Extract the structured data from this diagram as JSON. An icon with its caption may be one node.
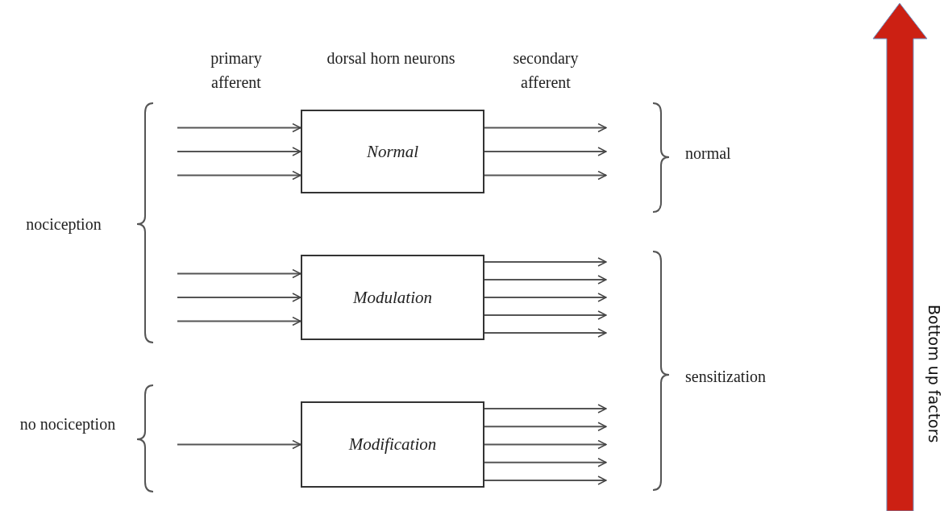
{
  "diagram": {
    "nodes": [
      {
        "text": [
          "Normal"
        ]
      },
      {
        "text": [
          "Modulation"
        ]
      },
      {
        "text": [
          "Modification"
        ]
      }
    ],
    "edges": [
      {
        "from": null,
        "to": 0,
        "arrow": "to"
      },
      {
        "from": null,
        "to": 0,
        "arrow": "to"
      },
      {
        "from": null,
        "to": 0,
        "arrow": "to"
      },
      {
        "from": null,
        "to": 1,
        "arrow": "to"
      },
      {
        "from": null,
        "to": 1,
        "arrow": "to"
      },
      {
        "from": null,
        "to": 1,
        "arrow": "to"
      },
      {
        "from": null,
        "to": 2,
        "arrow": "to"
      },
      {
        "from": 0,
        "to": null,
        "arrow": "to"
      },
      {
        "from": 0,
        "to": null,
        "arrow": "to"
      },
      {
        "from": 0,
        "to": null,
        "arrow": "to"
      },
      {
        "from": 1,
        "to": null,
        "arrow": "to"
      },
      {
        "from": 1,
        "to": null,
        "arrow": "to"
      },
      {
        "from": 1,
        "to": null,
        "arrow": "to"
      },
      {
        "from": 1,
        "to": null,
        "arrow": "to"
      },
      {
        "from": 1,
        "to": null,
        "arrow": "to"
      },
      {
        "from": 2,
        "to": null,
        "arrow": "to"
      },
      {
        "from": 2,
        "to": null,
        "arrow": "to"
      },
      {
        "from": 2,
        "to": null,
        "arrow": "to"
      },
      {
        "from": 2,
        "to": null,
        "arrow": "to"
      },
      {
        "from": 2,
        "to": null,
        "arrow": "to"
      }
    ],
    "labels": [
      "primary afferent",
      "dorsal horn neurons",
      "secondary afferent",
      "nociception",
      "normal",
      "sensitization",
      "no nociception",
      "Bottom up factors"
    ]
  }
}
